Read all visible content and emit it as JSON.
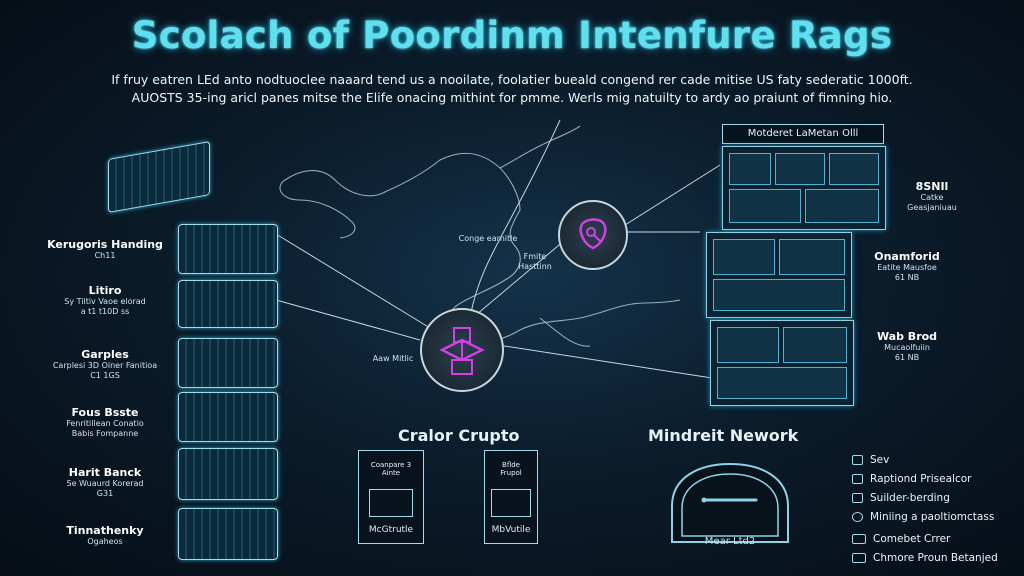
{
  "title": "Scolach of Poordinm Intenfure Rags",
  "subtitle": {
    "line1": "If fruy eatren LEd anto nodtuoclee naaard tend us a nooilate, foolatier bueald congend rer cade mitise US faty sederatic 1000ft.",
    "line2": "AUOSTS 35-ing aricl panes mitse the Elife onacing mithint for pmme. Werls mig natuilty to ardy ao praiunt of fimning hio."
  },
  "left_nodes": [
    {
      "title": "Kerugoris Handing",
      "sub": [
        "Ch11"
      ]
    },
    {
      "title": "Litiro",
      "sub": [
        "Sy Tiltiv Vaoe elorad",
        "a t1 t10D ss"
      ]
    },
    {
      "title": "Garples",
      "sub": [
        "Carplesi 3D Oiner Fanitioa",
        "C1 1GS"
      ]
    },
    {
      "title": "Fous Bsste",
      "sub": [
        "Fenritillean Conatio",
        "Babis Fompanne"
      ]
    },
    {
      "title": "Harit Banck",
      "sub": [
        "Se Wuaurd Korerad",
        "G31"
      ]
    },
    {
      "title": "Tinnathenky",
      "sub": [
        "Ogaheos"
      ]
    }
  ],
  "hubs": {
    "center": {
      "label": "Aaw Mitlic",
      "icon": "cube-stack-icon"
    },
    "upper": {
      "label": "Conge earnitle",
      "sub": [
        "Fmite",
        "Hasttinn"
      ],
      "icon": "shield-key-icon"
    }
  },
  "right_panel": {
    "header": "Motderet LaMetan Olll"
  },
  "right_nodes": [
    {
      "title": "8SNIl",
      "sub": [
        "Catke",
        "Geasjaniuau"
      ]
    },
    {
      "title": "Onamforid",
      "sub": [
        "Eatite Mausfoe",
        "61 NB"
      ]
    },
    {
      "title": "Wab Brod",
      "sub": [
        "Mucaolfuiin",
        "61 NB"
      ]
    }
  ],
  "bottom_center": {
    "title": "Cralor Crupto",
    "cards": [
      {
        "head": "Coanpare 3",
        "sub": "Ainte",
        "foot": "McGtrutle"
      },
      {
        "head": "Bflde",
        "sub": "Frupol",
        "foot": "MbVutile"
      }
    ]
  },
  "bottom_right": {
    "title": "Mindreit Nework",
    "device_label": "Mear Ltd2"
  },
  "legend": [
    {
      "label": "Sev",
      "icon": "camera-icon"
    },
    {
      "label": "Raptiond Prisealcor",
      "icon": "checkbox-icon"
    },
    {
      "label": "Suilder-berding",
      "icon": "square-icon"
    },
    {
      "label": "Miniing a paoltiomctass",
      "icon": "people-icon"
    },
    {
      "label": "Comebet Crrer",
      "icon": "monitor-icon"
    },
    {
      "label": "Chmore Proun Betanjed",
      "icon": "laptop-icon"
    }
  ]
}
